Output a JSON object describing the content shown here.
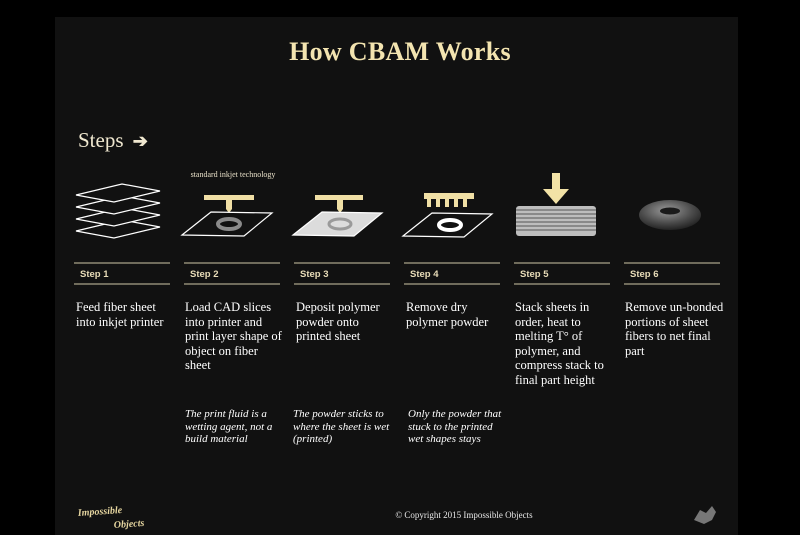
{
  "title": "How CBAM Works",
  "steps_label": "Steps",
  "steps_arrow": "➔",
  "tech_label": "standard inkjet technology",
  "steps": [
    {
      "tag": "Step 1",
      "desc": "Feed fiber sheet into inkjet printer",
      "note": ""
    },
    {
      "tag": "Step 2",
      "desc": "Load CAD slices into printer and print layer shape of object on fiber sheet",
      "note": "The print fluid is a wetting agent, not a build material"
    },
    {
      "tag": "Step 3",
      "desc": "Deposit polymer powder onto printed sheet",
      "note": "The powder sticks to where the sheet is wet (printed)"
    },
    {
      "tag": "Step 4",
      "desc": "Remove dry polymer powder",
      "note": "Only the powder that stuck to the printed wet shapes stays"
    },
    {
      "tag": "Step 5",
      "desc": "Stack sheets in order, heat to melting T° of polymer, and compress stack to final part height",
      "note": ""
    },
    {
      "tag": "Step 6",
      "desc": "Remove un-bonded portions of sheet fibers to net final part",
      "note": ""
    }
  ],
  "logo_text_1": "Impossible",
  "logo_text_2": "Objects",
  "copyright": "© Copyright 2015 Impossible Objects",
  "colors": {
    "accent": "#f3e4b0",
    "arrow": "#f2e2a6",
    "background": "#111111"
  }
}
